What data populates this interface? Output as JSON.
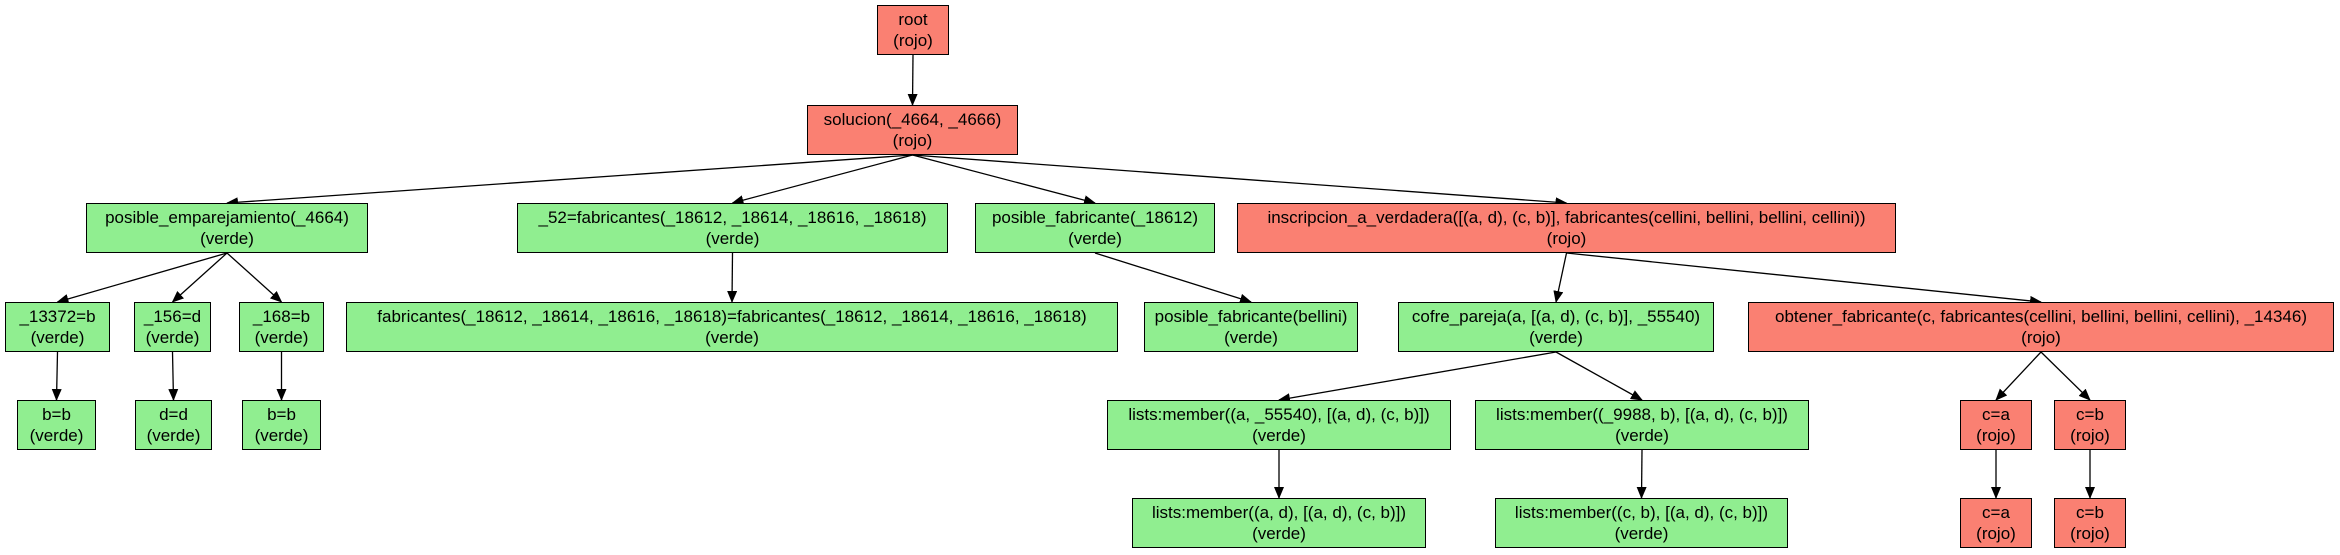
{
  "colors": {
    "rojo": "#fa8072",
    "verde": "#90ee90",
    "edge": "#000000"
  },
  "nodes": [
    {
      "id": "root",
      "label": "root",
      "status": "(rojo)",
      "color": "rojo"
    },
    {
      "id": "solucion",
      "label": "solucion(_4664, _4666)",
      "status": "(rojo)",
      "color": "rojo"
    },
    {
      "id": "posible_emp",
      "label": "posible_emparejamiento(_4664)",
      "status": "(verde)",
      "color": "verde"
    },
    {
      "id": "fab52",
      "label": "_52=fabricantes(_18612, _18614, _18616, _18618)",
      "status": "(verde)",
      "color": "verde"
    },
    {
      "id": "posible_fab",
      "label": "posible_fabricante(_18612)",
      "status": "(verde)",
      "color": "verde"
    },
    {
      "id": "inscripcion",
      "label": "inscripcion_a_verdadera([(a, d), (c, b)], fabricantes(cellini, bellini, bellini, cellini))",
      "status": "(rojo)",
      "color": "rojo"
    },
    {
      "id": "e13372",
      "label": "_13372=b",
      "status": "(verde)",
      "color": "verde"
    },
    {
      "id": "e156",
      "label": "_156=d",
      "status": "(verde)",
      "color": "verde"
    },
    {
      "id": "e168",
      "label": "_168=b",
      "status": "(verde)",
      "color": "verde"
    },
    {
      "id": "fabeq",
      "label": "fabricantes(_18612, _18614, _18616, _18618)=fabricantes(_18612, _18614, _18616, _18618)",
      "status": "(verde)",
      "color": "verde"
    },
    {
      "id": "pf_bellini",
      "label": "posible_fabricante(bellini)",
      "status": "(verde)",
      "color": "verde"
    },
    {
      "id": "cofre",
      "label": "cofre_pareja(a, [(a, d), (c, b)], _55540)",
      "status": "(verde)",
      "color": "verde"
    },
    {
      "id": "obtener",
      "label": "obtener_fabricante(c, fabricantes(cellini, bellini, bellini, cellini), _14346)",
      "status": "(rojo)",
      "color": "rojo"
    },
    {
      "id": "bb1",
      "label": "b=b",
      "status": "(verde)",
      "color": "verde"
    },
    {
      "id": "dd",
      "label": "d=d",
      "status": "(verde)",
      "color": "verde"
    },
    {
      "id": "bb2",
      "label": "b=b",
      "status": "(verde)",
      "color": "verde"
    },
    {
      "id": "member1",
      "label": "lists:member((a, _55540), [(a, d), (c, b)])",
      "status": "(verde)",
      "color": "verde"
    },
    {
      "id": "member2",
      "label": "lists:member((_9988, b), [(a, d), (c, b)])",
      "status": "(verde)",
      "color": "verde"
    },
    {
      "id": "ca1",
      "label": "c=a",
      "status": "(rojo)",
      "color": "rojo"
    },
    {
      "id": "cb1",
      "label": "c=b",
      "status": "(rojo)",
      "color": "rojo"
    },
    {
      "id": "member3",
      "label": "lists:member((a, d), [(a, d), (c, b)])",
      "status": "(verde)",
      "color": "verde"
    },
    {
      "id": "member4",
      "label": "lists:member((c, b), [(a, d), (c, b)])",
      "status": "(verde)",
      "color": "verde"
    },
    {
      "id": "ca2",
      "label": "c=a",
      "status": "(rojo)",
      "color": "rojo"
    },
    {
      "id": "cb2",
      "label": "c=b",
      "status": "(rojo)",
      "color": "rojo"
    }
  ],
  "edges": [
    [
      "root",
      "solucion"
    ],
    [
      "solucion",
      "posible_emp"
    ],
    [
      "solucion",
      "fab52"
    ],
    [
      "solucion",
      "posible_fab"
    ],
    [
      "solucion",
      "inscripcion"
    ],
    [
      "posible_emp",
      "e13372"
    ],
    [
      "posible_emp",
      "e156"
    ],
    [
      "posible_emp",
      "e168"
    ],
    [
      "fab52",
      "fabeq"
    ],
    [
      "posible_fab",
      "pf_bellini"
    ],
    [
      "inscripcion",
      "cofre"
    ],
    [
      "inscripcion",
      "obtener"
    ],
    [
      "e13372",
      "bb1"
    ],
    [
      "e156",
      "dd"
    ],
    [
      "e168",
      "bb2"
    ],
    [
      "cofre",
      "member1"
    ],
    [
      "cofre",
      "member2"
    ],
    [
      "obtener",
      "ca1"
    ],
    [
      "obtener",
      "cb1"
    ],
    [
      "member1",
      "member3"
    ],
    [
      "member2",
      "member4"
    ],
    [
      "ca1",
      "ca2"
    ],
    [
      "cb1",
      "cb2"
    ]
  ]
}
